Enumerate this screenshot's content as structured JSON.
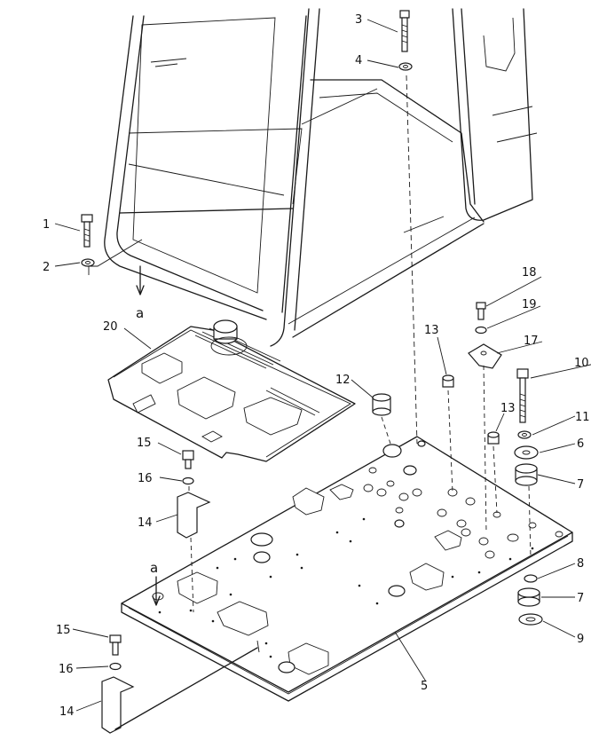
{
  "diagram": {
    "callouts": [
      {
        "id": "c1",
        "text": "1"
      },
      {
        "id": "c2",
        "text": "2"
      },
      {
        "id": "c3",
        "text": "3"
      },
      {
        "id": "c4",
        "text": "4"
      },
      {
        "id": "c5",
        "text": "5"
      },
      {
        "id": "c6",
        "text": "6"
      },
      {
        "id": "c7a",
        "text": "7"
      },
      {
        "id": "c7b",
        "text": "7"
      },
      {
        "id": "c8",
        "text": "8"
      },
      {
        "id": "c9",
        "text": "9"
      },
      {
        "id": "c10",
        "text": "10"
      },
      {
        "id": "c11",
        "text": "11"
      },
      {
        "id": "c12",
        "text": "12"
      },
      {
        "id": "c13a",
        "text": "13"
      },
      {
        "id": "c13b",
        "text": "13"
      },
      {
        "id": "c14a",
        "text": "14"
      },
      {
        "id": "c14b",
        "text": "14"
      },
      {
        "id": "c15a",
        "text": "15"
      },
      {
        "id": "c15b",
        "text": "15"
      },
      {
        "id": "c16a",
        "text": "16"
      },
      {
        "id": "c16b",
        "text": "16"
      },
      {
        "id": "c17",
        "text": "17"
      },
      {
        "id": "c18",
        "text": "18"
      },
      {
        "id": "c19",
        "text": "19"
      },
      {
        "id": "c20",
        "text": "20"
      }
    ],
    "section_marks": [
      {
        "id": "a1",
        "text": "a"
      },
      {
        "id": "a2",
        "text": "a"
      }
    ]
  }
}
